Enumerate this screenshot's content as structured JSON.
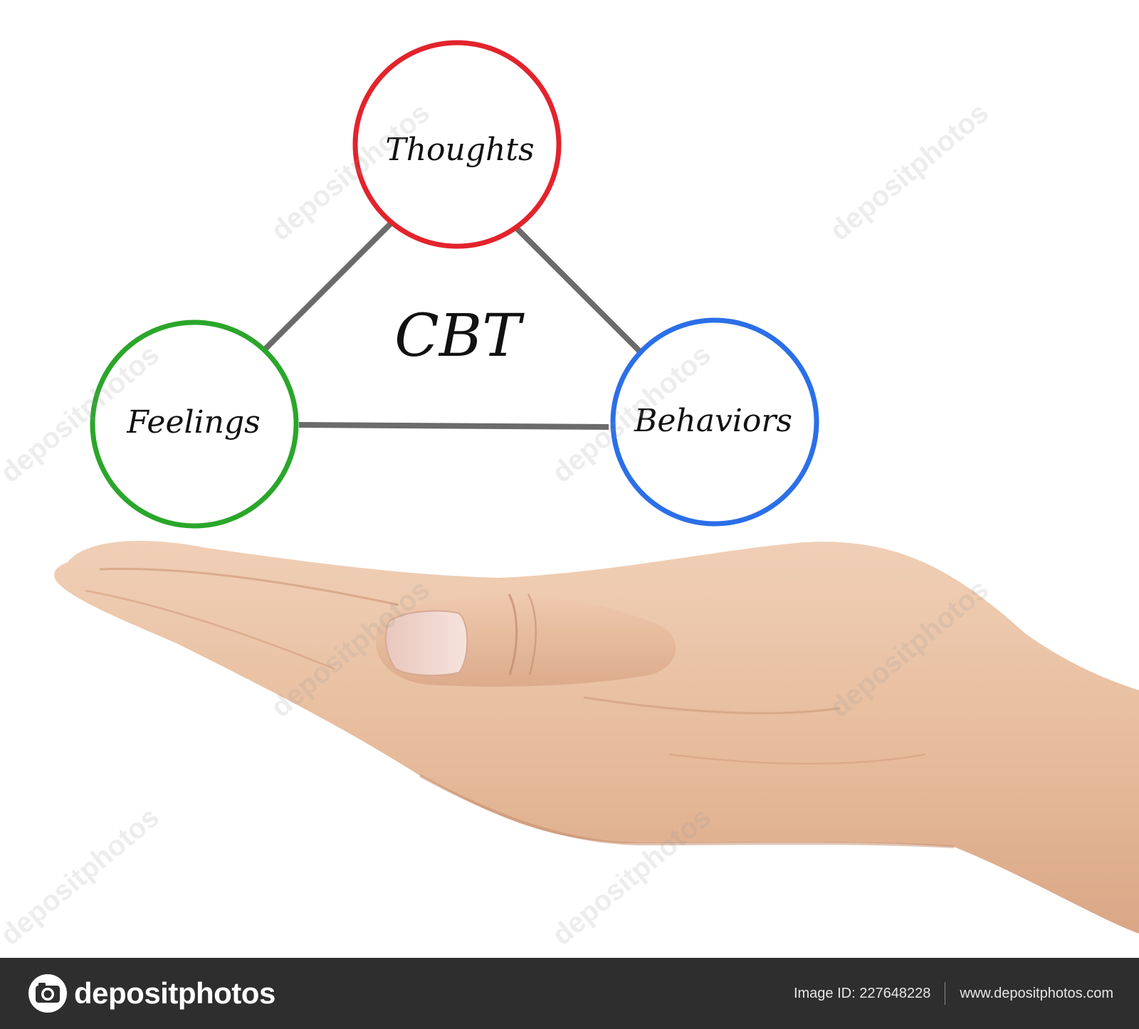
{
  "diagram": {
    "center_label": "CBT",
    "nodes": [
      {
        "id": "thoughts",
        "label": "Thoughts",
        "color": "#e3232c"
      },
      {
        "id": "feelings",
        "label": "Feelings",
        "color": "#2aa62a"
      },
      {
        "id": "behaviors",
        "label": "Behaviors",
        "color": "#2b6fe8"
      }
    ],
    "connector_color": "#6b6b6b"
  },
  "watermark": {
    "text": "depositphotos"
  },
  "footer": {
    "brand": "depositphotos",
    "image_id": "Image ID: 227648228",
    "url": "www.depositphotos.com"
  }
}
